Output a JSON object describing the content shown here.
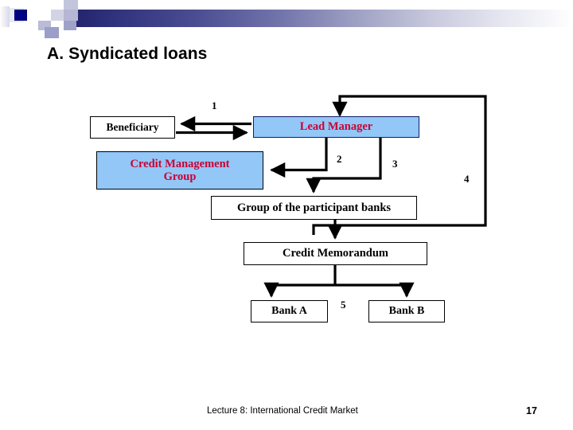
{
  "slide": {
    "title": "A. Syndicated loans",
    "page_number": "17",
    "footer": "Lecture 8: International Credit Market"
  },
  "theme": {
    "banner_dark": "#23256e",
    "banner_light": "#ffffff",
    "node_blue_fill": "#93c7f7",
    "node_red_text": "#cc0033",
    "node_border": "#000000",
    "lead_manager_border": "#101c63"
  },
  "diagram": {
    "type": "flow-diagram",
    "nodes": [
      {
        "id": "beneficiary",
        "label": "Beneficiary",
        "style": "white"
      },
      {
        "id": "lead_manager",
        "label": "Lead Manager",
        "style": "blue-dk"
      },
      {
        "id": "cmg",
        "label": "Credit Management\nGroup",
        "style": "blue"
      },
      {
        "id": "group_banks",
        "label": "Group of the participant banks",
        "style": "white"
      },
      {
        "id": "credit_memo",
        "label": "Credit Memorandum",
        "style": "white"
      },
      {
        "id": "bank_a",
        "label": "Bank A",
        "style": "white"
      },
      {
        "id": "bank_b",
        "label": "Bank B",
        "style": "white"
      }
    ],
    "connector_labels": {
      "one": "1",
      "two": "2",
      "three": "3",
      "four": "4",
      "five": "5"
    }
  }
}
